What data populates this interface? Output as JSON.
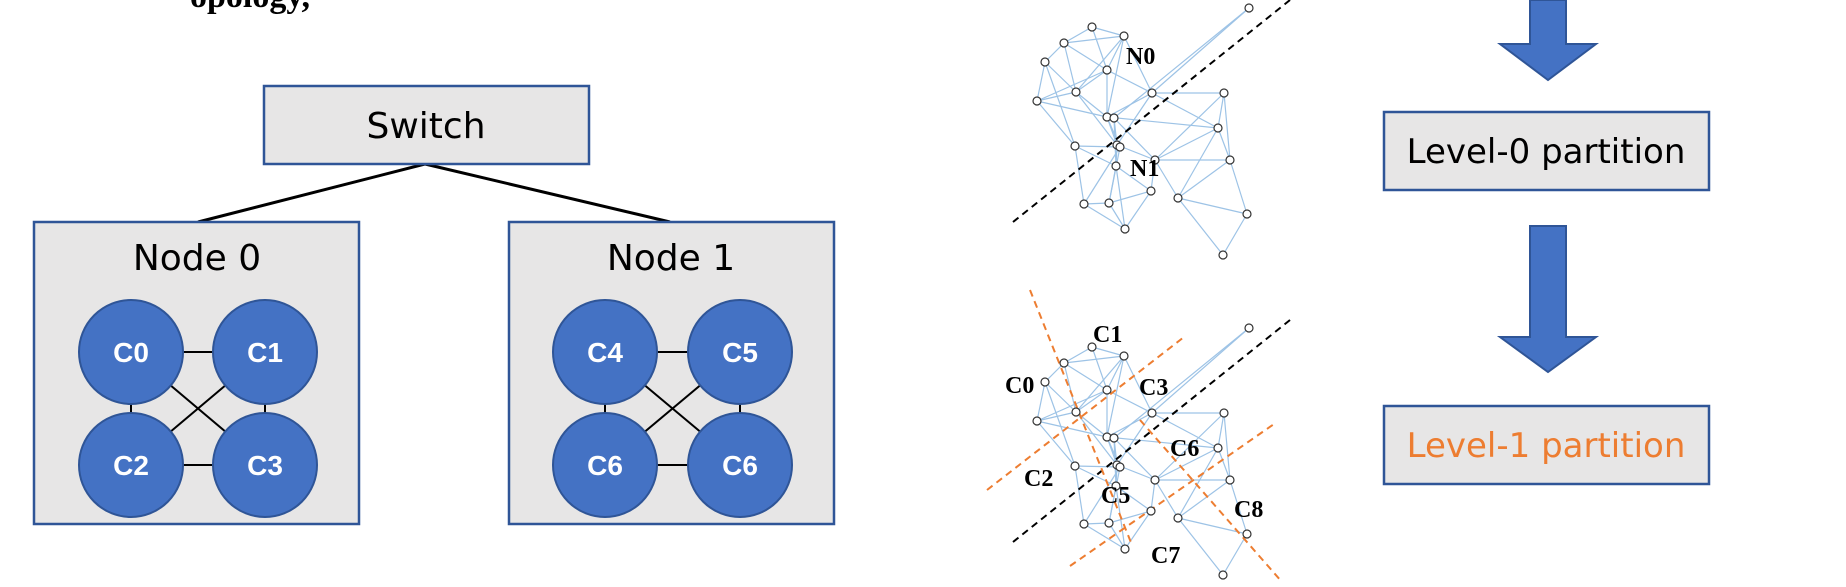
{
  "title_fragment": "opology,",
  "topology": {
    "switch_label": "Switch",
    "nodes": [
      {
        "label": "Node 0",
        "cores": [
          "C0",
          "C1",
          "C2",
          "C3"
        ]
      },
      {
        "label": "Node 1",
        "cores": [
          "C4",
          "C5",
          "C6",
          "C6"
        ]
      }
    ]
  },
  "graphs": {
    "level0_labels": [
      "N0",
      "N1"
    ],
    "level1_labels": [
      "C0",
      "C1",
      "C2",
      "C3",
      "C5",
      "C6",
      "C7",
      "C8"
    ]
  },
  "flow": {
    "level0_label": "Level-0 partition",
    "level1_label": "Level-1 partition"
  },
  "colors": {
    "box_fill": "#e7e6e6",
    "box_border": "#2f5597",
    "core_fill": "#4472c4",
    "arrow_fill": "#4472c4",
    "edge": "#9dc3e6",
    "cut_level0": "#000000",
    "cut_level1": "#ed7d31",
    "level1_text": "#ed7d31"
  }
}
